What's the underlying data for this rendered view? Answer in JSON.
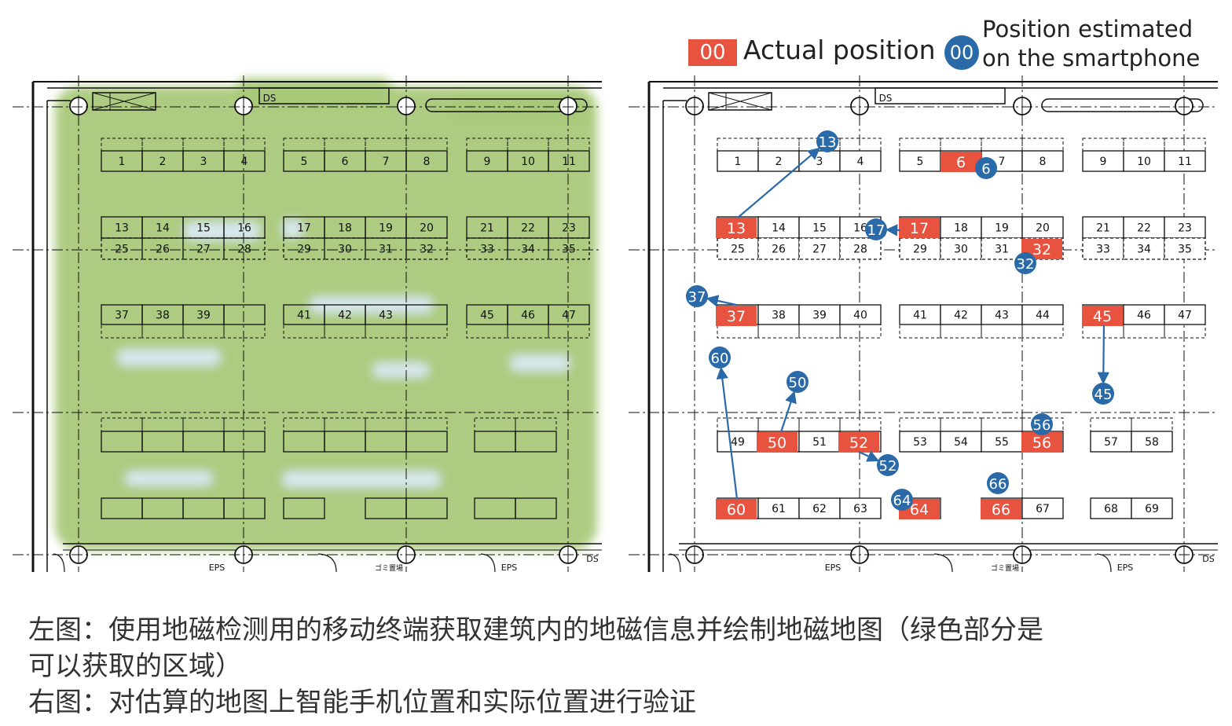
{
  "legend": {
    "actual_label": "Actual position",
    "actual_marker_text": "00",
    "estimated_label_line1": "Position estimated",
    "estimated_label_line2": "on the smartphone",
    "estimated_marker_text": "00",
    "actual_color": "#e8533f",
    "estimated_color": "#2a6aa8"
  },
  "floorplan": {
    "room_labels": {
      "eps": "EPS",
      "ds": "DS",
      "gomi": "ゴミ置場"
    },
    "seat_numbers_row1": [
      "1",
      "2",
      "3",
      "4",
      "5",
      "6",
      "7",
      "8",
      "9",
      "10",
      "11"
    ],
    "seat_numbers_row2": [
      "13",
      "14",
      "15",
      "16",
      "17",
      "18",
      "19",
      "20",
      "21",
      "22",
      "23"
    ],
    "seat_numbers_row3": [
      "25",
      "26",
      "27",
      "28",
      "29",
      "30",
      "31",
      "32",
      "33",
      "34",
      "35"
    ],
    "seat_numbers_row4": [
      "37",
      "38",
      "39",
      "40",
      "41",
      "42",
      "43",
      "44",
      "45",
      "46",
      "47"
    ],
    "seat_numbers_row5": [
      "49",
      "50",
      "51",
      "52",
      "53",
      "54",
      "55",
      "56",
      "57",
      "58"
    ],
    "seat_numbers_row6": [
      "60",
      "61",
      "62",
      "63",
      "64",
      "66",
      "67",
      "68",
      "69"
    ]
  },
  "validation": {
    "actual_positions": [
      "13",
      "6",
      "17",
      "32",
      "37",
      "45",
      "50",
      "52",
      "56",
      "60",
      "64",
      "66"
    ],
    "estimated_positions": [
      "13",
      "6",
      "17",
      "32",
      "37",
      "45",
      "50",
      "52",
      "56",
      "60",
      "64",
      "66"
    ]
  },
  "captions": {
    "left_line1": "左图：使用地磁检测用的移动终端获取建筑内的地磁信息并绘制地磁地图（绿色部分是",
    "left_line2": "可以获取的区域）",
    "right_line": "右图：对估算的地图上智能手机位置和实际位置进行验证"
  }
}
